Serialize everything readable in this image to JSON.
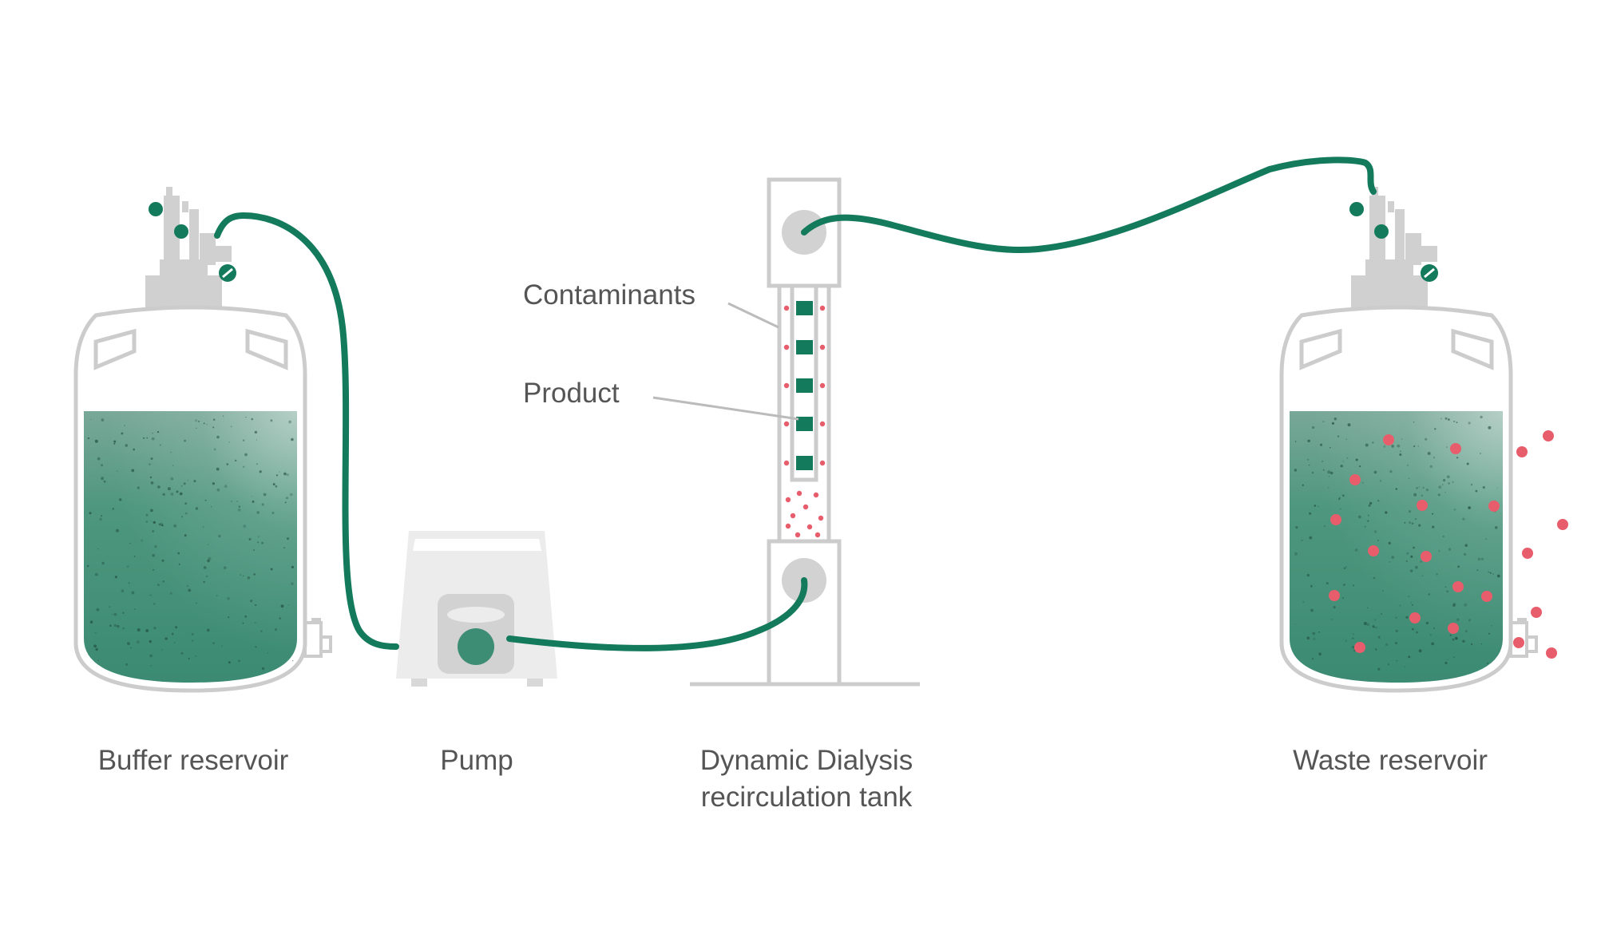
{
  "colors": {
    "outline": "#cccccc",
    "liquid_top": "#7fb0a0",
    "liquid_bottom": "#3d8c74",
    "tube": "#147a5c",
    "contaminant": "#e85d6b",
    "product": "#147a5c",
    "label_text": "#555555",
    "pump_body": "#ececec",
    "pump_head": "#d2d2d2"
  },
  "labels": {
    "buffer_reservoir": "Buffer reservoir",
    "pump": "Pump",
    "dialysis_line1": "Dynamic Dialysis",
    "dialysis_line2": "recirculation tank",
    "waste_reservoir": "Waste reservoir",
    "contaminants": "Contaminants",
    "product": "Product"
  },
  "icons": {
    "buffer_reservoir": "bottle-icon",
    "waste_reservoir": "bottle-icon",
    "pump": "peristaltic-pump-icon",
    "dialysis": "dialysis-tank-icon"
  }
}
